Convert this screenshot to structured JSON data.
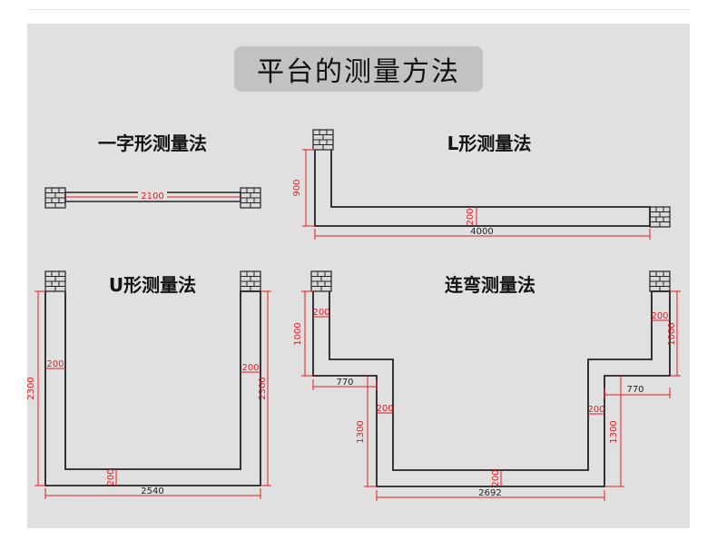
{
  "page_title": "平台的测量方法",
  "sections": {
    "straight": {
      "title": "一字形测量法",
      "length": "2100"
    },
    "l_shape": {
      "title": "L形测量法",
      "height": "900",
      "width": "200",
      "length": "4000"
    },
    "u_shape": {
      "title": "U形测量法",
      "height": "2300",
      "left_width": "200",
      "right_width": "200",
      "bottom_width": "200",
      "length": "2540"
    },
    "stepped": {
      "title": "连弯测量法",
      "left_top_width": "200",
      "left_top_height": "1000",
      "left_step": "770",
      "left_mid_width": "200",
      "left_mid_height": "1300",
      "bottom_width": "200",
      "length": "2692",
      "right_top_width": "200",
      "right_top_height": "1000",
      "right_step": "770",
      "right_mid_width": "200",
      "right_mid_height": "1300"
    }
  },
  "colors": {
    "dimension": "#e11d24",
    "outline": "#222222",
    "panel": "#e0e0e0",
    "title_box": "#c2c2c2"
  },
  "icons": [
    "brick-wall-icon"
  ]
}
